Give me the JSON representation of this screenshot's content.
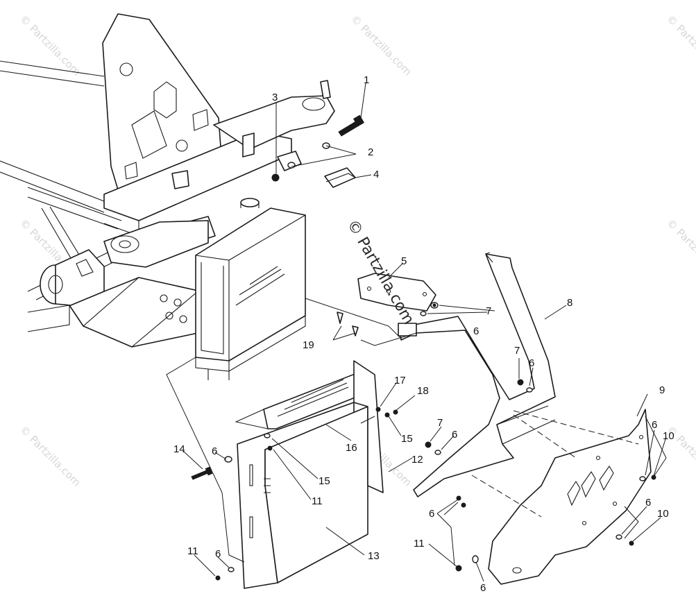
{
  "callouts": [
    {
      "id": "c1",
      "text": "1"
    },
    {
      "id": "c2",
      "text": "2"
    },
    {
      "id": "c3",
      "text": "3"
    },
    {
      "id": "c4",
      "text": "4"
    },
    {
      "id": "c5",
      "text": "5"
    },
    {
      "id": "c6a",
      "text": "6"
    },
    {
      "id": "c6b",
      "text": "6"
    },
    {
      "id": "c6c",
      "text": "6"
    },
    {
      "id": "c6d",
      "text": "6"
    },
    {
      "id": "c6e",
      "text": "6"
    },
    {
      "id": "c6f",
      "text": "6"
    },
    {
      "id": "c6g",
      "text": "6"
    },
    {
      "id": "c6h",
      "text": "6"
    },
    {
      "id": "c6i",
      "text": "6"
    },
    {
      "id": "c7a",
      "text": "7"
    },
    {
      "id": "c7b",
      "text": "7"
    },
    {
      "id": "c7c",
      "text": "7"
    },
    {
      "id": "c8",
      "text": "8"
    },
    {
      "id": "c9",
      "text": "9"
    },
    {
      "id": "c10a",
      "text": "10"
    },
    {
      "id": "c10b",
      "text": "10"
    },
    {
      "id": "c11a",
      "text": "11"
    },
    {
      "id": "c11b",
      "text": "11"
    },
    {
      "id": "c11c",
      "text": "11"
    },
    {
      "id": "c12",
      "text": "12"
    },
    {
      "id": "c13",
      "text": "13"
    },
    {
      "id": "c14",
      "text": "14"
    },
    {
      "id": "c15a",
      "text": "15"
    },
    {
      "id": "c15b",
      "text": "15"
    },
    {
      "id": "c16",
      "text": "16"
    },
    {
      "id": "c17",
      "text": "17"
    },
    {
      "id": "c18",
      "text": "18"
    },
    {
      "id": "c19",
      "text": "19"
    }
  ],
  "watermark": {
    "center_text": "© Partzilla.com",
    "tile_text": "© Partzilla.com"
  },
  "colors": {
    "line": "#1a1a1a",
    "background": "#ffffff",
    "watermark_tile": "#d6d6d6"
  }
}
